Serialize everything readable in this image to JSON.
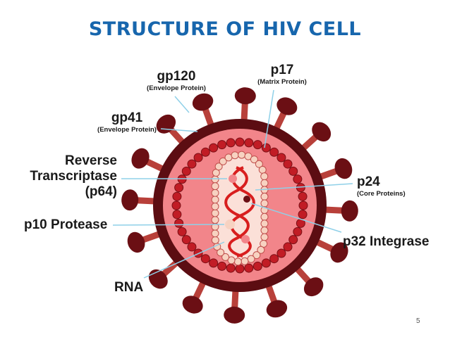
{
  "title": "STRUCTURE OF HIV CELL",
  "labels": {
    "gp120": {
      "name": "gp120",
      "desc": "(Envelope Protein)"
    },
    "gp41": {
      "name": "gp41",
      "desc": "(Envelope Protein)"
    },
    "p17": {
      "name": "p17",
      "desc": "(Matrix Protein)"
    },
    "reverse_transcriptase": {
      "line1": "Reverse",
      "line2": "Transcriptase",
      "line3": "(p64)"
    },
    "p24": {
      "name": "p24",
      "desc": "(Core Proteins)"
    },
    "p10": {
      "name": "p10 Protease"
    },
    "p32": {
      "name": "p32 Integrase"
    },
    "rna": {
      "name": "RNA"
    }
  },
  "page_number": "5",
  "colors": {
    "title": "#1766ad",
    "outer_membrane": "#5c0d12",
    "spike": "#b8403a",
    "spike_head": "#6b0f14",
    "inner": "#f2858a",
    "matrix_bead": "#c11c25",
    "core_fill": "#fbe0d8",
    "core_bead": "#f7d2c1",
    "rna": "#d81e1e",
    "pointer": "#8fd0e8"
  }
}
